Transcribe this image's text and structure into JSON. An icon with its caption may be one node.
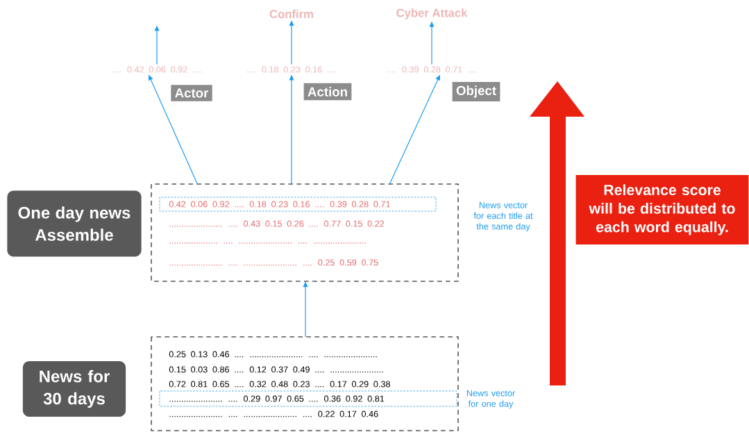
{
  "diagram": {
    "nodes": [
      {
        "text": [
          "Confirm"
        ]
      },
      {
        "text": [
          "Cyber Attack"
        ]
      },
      {
        "text": [
          ".... 0.42 0.06 0.92 ...."
        ]
      },
      {
        "text": [
          ".... 0.18 0.23 0.16 ...."
        ]
      },
      {
        "text": [
          ".... 0.39 0.28 0.71 ...."
        ]
      },
      {
        "text": [
          "Actor"
        ]
      },
      {
        "text": [
          "Action"
        ]
      },
      {
        "text": [
          "Object"
        ]
      },
      {
        "text": [
          "...................... .... 0.43 0.15 0.26 .... 0.77 0.15 0.22",
          ".................... .... ...................... .... ......................",
          "...................... .... ...................... .... 0.25 0.59 0.75"
        ],
        "beside": [
          "News vector for each title at the same day"
        ]
      },
      {
        "text": [
          "0.42 0.06 0.92 .... 0.18 0.23 0.16 .... 0.39 0.28 0.71"
        ],
        "in": 8
      },
      {
        "text": [
          "One day news Assemble"
        ]
      },
      {
        "text": [
          "0.25 0.13 0.46 .... ...................... .... ......................",
          "0.15 0.03 0.86 .... 0.12 0.37 0.49 .... ......................",
          "0.72 0.81 0.65 .... 0.32 0.48 0.23 .... 0.17 0.29 0.38",
          "...................... .... ...................... .... 0.22 0.17 0.46"
        ]
      },
      {
        "text": [
          "...................... .... 0.29 0.97 0.65 .... 0.36 0.92 0.81"
        ],
        "in": 11,
        "beside": [
          "News vector for one day"
        ]
      },
      {
        "text": [
          "News for 30 days"
        ]
      },
      {
        "text": [
          "Relevance score will be distributed to each word equally."
        ]
      }
    ],
    "edges": [
      {
        "from": 2,
        "to": null,
        "arrow": "to"
      },
      {
        "from": 3,
        "to": 0,
        "arrow": "to"
      },
      {
        "from": 4,
        "to": 1,
        "arrow": "to"
      },
      {
        "from": 8,
        "to": 2,
        "arrow": "to"
      },
      {
        "from": 8,
        "to": 3,
        "arrow": "to"
      },
      {
        "from": 8,
        "to": 4,
        "arrow": "to"
      },
      {
        "from": 11,
        "to": 8,
        "arrow": "to"
      }
    ]
  }
}
